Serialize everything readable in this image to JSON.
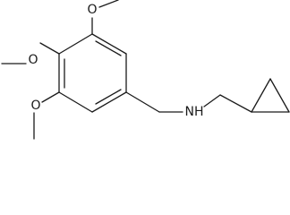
{
  "diagram": {
    "type": "chemical-structure",
    "labels": {
      "o_top": "O",
      "o_mid": "O",
      "o_bottom": "O",
      "nh": "NH"
    }
  },
  "colors": {
    "bond": "#1a1a1a",
    "background": "#ffffff"
  }
}
